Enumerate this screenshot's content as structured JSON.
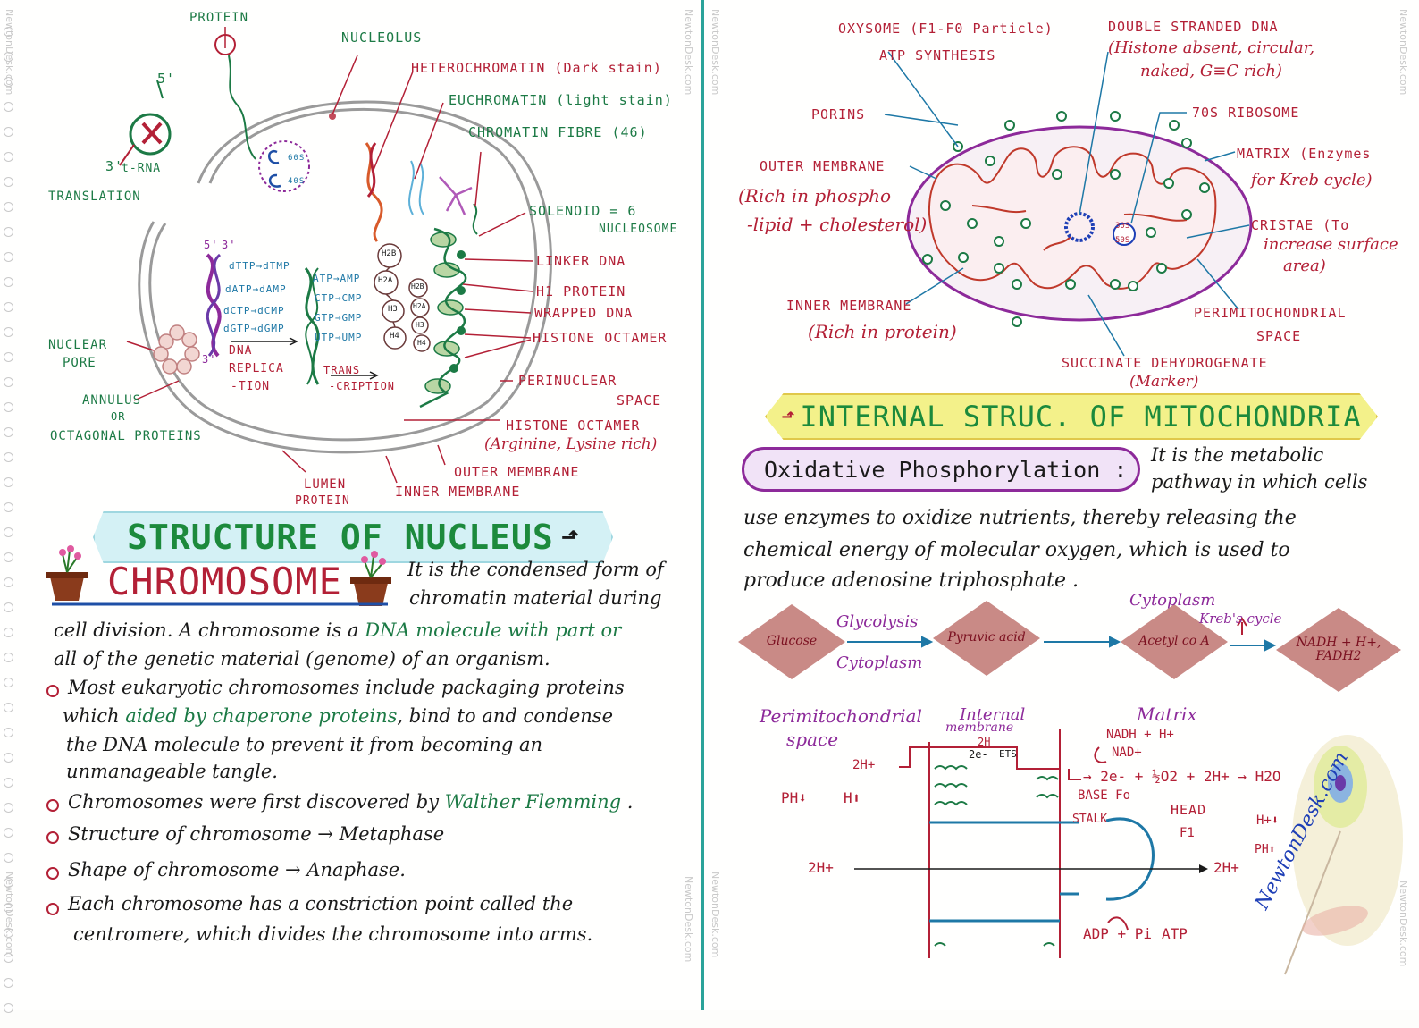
{
  "left": {
    "watermark": "NewtonDesk.com",
    "nucleus_labels": {
      "protein": "PROTEIN",
      "five_prime": "5'",
      "three_prime": "3'",
      "trna": "t-RNA",
      "translation": "TRANSLATION",
      "nucleolus": "NUCLEOLUS",
      "heterochromatin": "HETEROCHROMATIN (Dark stain)",
      "euchromatin": "EUCHROMATIN (light stain)",
      "chromatin_fibre": "CHROMATIN FIBRE (46)",
      "ribo_60s": "60S",
      "ribo_40s": "40S",
      "solenoid": "SOLENOID = 6",
      "nucleosome": "NUCLEOSOME",
      "linker_dna": "LINKER DNA",
      "h1_protein": "H1 PROTEIN",
      "wrapped_dna": "WRAPPED DNA",
      "histone_octamer_1": "HISTONE OCTAMER",
      "perinuclear": "PERINUCLEAR",
      "space": "SPACE",
      "histone_octamer_2": "HISTONE OCTAMER",
      "arginine": "(Arginine, Lysine rich)",
      "outer_membrane": "OUTER MEMBRANE",
      "inner_membrane": "INNER MEMBRANE",
      "lumen": "LUMEN",
      "lumen_protein": "PROTEIN",
      "nuclear": "NUCLEAR",
      "pore": "PORE",
      "annulus": "ANNULUS",
      "or": "OR",
      "octagonal": "OCTAGONAL PROTEINS",
      "replication_1": "DNA",
      "replication_2": "REPLICA",
      "replication_3": "-TION",
      "transcription_1": "TRANS",
      "transcription_2": "-CRIPTION",
      "dntp": [
        "dTTP→dTMP",
        "dATP→dAMP",
        "dCTP→dCMP",
        "dGTP→dGMP"
      ],
      "ntp": [
        "ATP→AMP",
        "CTP→CMP",
        "GTP→GMP",
        "UTP→UMP"
      ],
      "histones": [
        "H2B",
        "H2A",
        "H3",
        "H4"
      ],
      "histones_small": [
        "H2B",
        "H2A",
        "H3",
        "H4"
      ]
    },
    "title_banner": "STRUCTURE OF NUCLEUS",
    "chromosome_heading": "CHROMOSOME",
    "chromosome_intro_1": "It is the condensed form of",
    "chromosome_intro_2": "chromatin material during",
    "line3_a": "cell division. A chromosome is a ",
    "line3_b": "DNA molecule with part or",
    "line4": "all of the genetic material (genome) of an organism.",
    "bullet1_l1": "Most eukaryotic chromosomes include packaging proteins",
    "bullet1_l2a": "which ",
    "bullet1_l2b": "aided by chaperone proteins",
    "bullet1_l2c": ", bind to and condense",
    "bullet1_l3": "the DNA molecule to prevent it from becoming an",
    "bullet1_l4": "unmanageable tangle.",
    "bullet2_a": "Chromosomes were first discovered by ",
    "bullet2_b": "Walther Flemming",
    "bullet2_c": " .",
    "bullet3": "Structure of chromosome → Metaphase",
    "bullet4": "Shape of chromosome → Anaphase.",
    "bullet5_l1": "Each chromosome has a constriction point called the",
    "bullet5_l2": "centromere, which divides the chromosome into arms."
  },
  "right": {
    "watermark": "NewtonDesk.com",
    "mito_labels": {
      "oxysome": "OXYSOME (F1-F0 Particle)",
      "atp_synthesis": "ATP SYNTHESIS",
      "ds_dna": "DOUBLE STRANDED DNA",
      "ds_dna_2": "(Histone absent, circular,",
      "ds_dna_3": "naked, G≡C rich)",
      "porins": "PORINS",
      "ribosome": "70S RIBOSOME",
      "outer_membrane": "OUTER MEMBRANE",
      "rich_phospho_1": "(Rich in phospho",
      "rich_phospho_2": "-lipid + cholesterol)",
      "matrix_1": "MATRIX (Enzymes",
      "matrix_2": "for Kreb cycle)",
      "cristae_1": "CRISTAE (To",
      "cristae_2": "increase surface",
      "cristae_3": "area)",
      "inner_membrane": "INNER MEMBRANE",
      "rich_protein": "(Rich in protein)",
      "perimito_1": "PERIMITOCHONDRIAL",
      "perimito_2": "SPACE",
      "succinate": "SUCCINATE DEHYDROGENATE",
      "marker": "(Marker)",
      "ribo_30s": "30S",
      "ribo_50s": "50S"
    },
    "title_banner": "INTERNAL STRUC. OF MITOCHONDRIA",
    "oxphos_heading": "Oxidative Phosphorylation :",
    "oxphos_intro_1": "It is the metabolic",
    "oxphos_intro_2": "pathway in which cells",
    "oxphos_l3": "use enzymes to oxidize nutrients, thereby releasing the",
    "oxphos_l4": "chemical energy of molecular oxygen, which is used to",
    "oxphos_l5": "produce adenosine triphosphate .",
    "flow": {
      "glucose": "Glucose",
      "glycolysis": "Glycolysis",
      "cytoplasm_1": "Cytoplasm",
      "pyruvic": "Pyruvic acid",
      "cytoplasm_2": "Cytoplasm",
      "acetyl": "Acetyl co A",
      "krebs": "Kreb's cycle",
      "nadh": "NADH + H+,",
      "fadh": "FADH2"
    },
    "etc": {
      "perimito_1": "Perimitochondrial",
      "perimito_2": "space",
      "internal_1": "Internal",
      "internal_2": "membrane",
      "matrix": "Matrix",
      "nadh": "NADH + H+",
      "nad": "NAD+",
      "two_h": "2H",
      "two_h_plus": "2H+",
      "two_e": "2e-",
      "ets": "ETS",
      "reaction": "→ 2e- + ½O2 + 2H+ → H2O",
      "ph_down": "PH⬇",
      "h_up": "H⬆",
      "base_fo": "BASE Fo",
      "stalk": "STALK",
      "head": "HEAD",
      "f1": "F1",
      "h_down": "H+⬇",
      "ph_up": "PH⬆",
      "two_h_left": "2H+",
      "two_h_right": "2H+",
      "adp": "ADP + Pi",
      "atp": "ATP"
    }
  }
}
